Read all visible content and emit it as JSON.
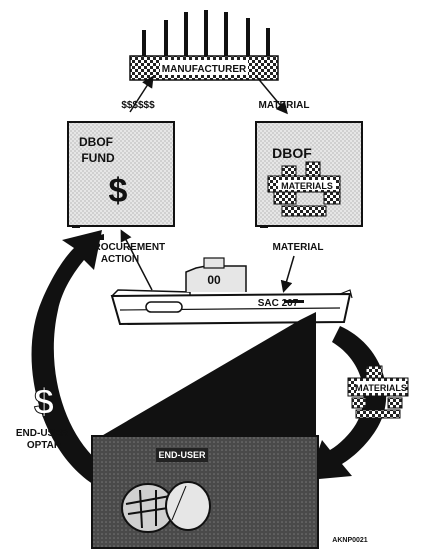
{
  "labels": {
    "manufacturer": "MANUFACTURER",
    "money": "$$$$$$",
    "material_top": "MATERIAL",
    "dbof_fund_line1": "DBOF",
    "dbof_fund_line2": "FUND",
    "dollar_sign": "$",
    "dbof_right": "DBOF",
    "materials_box": "MATERIALS",
    "procurement_line1": "PROCUREMENT",
    "procurement_line2": "ACTION",
    "material_right": "MATERIAL",
    "ship_hull": "SAC 207",
    "ship_stack": "00",
    "materials_side": "MATERIALS",
    "end_user_optar_line1": "END-USER",
    "end_user_optar_line2": "OPTAR",
    "big_dollar": "$",
    "end_user": "END-USER",
    "figure_id": "AKNP0021"
  },
  "icons": [
    "factory-icon",
    "ship-icon",
    "end-user-office-icon",
    "dollar-icon"
  ],
  "colors": {
    "ink": "#111111",
    "box_fill": "#e0e0e0",
    "paper": "#ffffff",
    "dark_panel": "#3a3a3a"
  }
}
